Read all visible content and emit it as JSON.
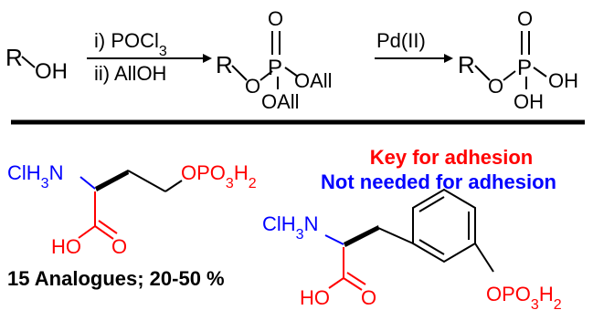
{
  "scheme": {
    "start_r": "R",
    "start_oh": "OH",
    "reagent_1": "i) POCl3",
    "reagent_2": "ii) AllOH",
    "mid_r": "R",
    "mid_o_top": "O",
    "mid_p": "P",
    "mid_o_link": "O",
    "mid_oall_right": "OAll",
    "mid_oall_bottom": "OAll",
    "catalyst": "Pd(II)",
    "prod_r": "R",
    "prod_o_top": "O",
    "prod_p": "P",
    "prod_o_link": "O",
    "prod_oh_right": "OH",
    "prod_oh_bottom": "OH"
  },
  "legend": {
    "key_label": "Key for adhesion",
    "not_needed_label": "Not needed for adhesion",
    "key_color": "#ff0000",
    "not_needed_color": "#0000ff"
  },
  "colors": {
    "red": "#ff0000",
    "blue": "#0000ff",
    "black": "#000000"
  },
  "molecule_1": {
    "clh3n": "ClH3N",
    "phosphate": "OPO3H2",
    "ho": "HO",
    "o": "O"
  },
  "molecule_2": {
    "clh3n": "ClH3N",
    "phosphate": "OPO3H2",
    "ho": "HO",
    "o": "O"
  },
  "result": "15 Analogues; 20-50 %"
}
